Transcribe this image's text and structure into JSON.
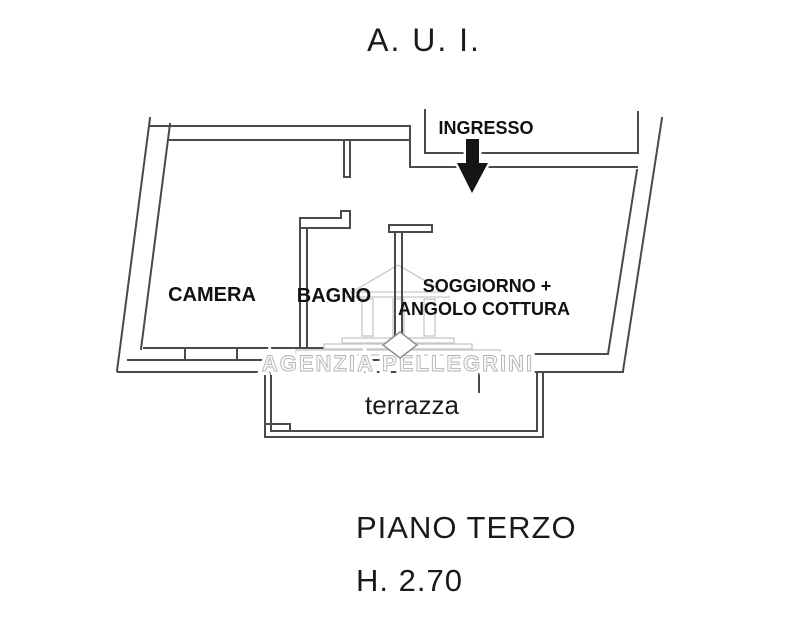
{
  "title": "A. U. I.",
  "plan": {
    "entrance": {
      "label": "INGRESSO",
      "arrow_icon": "down-arrow"
    },
    "rooms": {
      "camera": "CAMERA",
      "bagno": "BAGNO",
      "soggiorno_line1": "SOGGIORNO +",
      "soggiorno_line2": "ANGOLO COTTURA",
      "terrace": "terrazza"
    }
  },
  "watermark": {
    "text": "AGENZIA PELLEGRINI",
    "logo_icon": "classical-building-icon",
    "color": "#c6c6c6"
  },
  "footer": {
    "floor_label": "PIANO TERZO",
    "height_label": "H. 2.70"
  },
  "colors": {
    "background": "#ffffff",
    "wall": "#4a4a4a",
    "label_text": "#111111",
    "watermark": "#c6c6c6"
  }
}
